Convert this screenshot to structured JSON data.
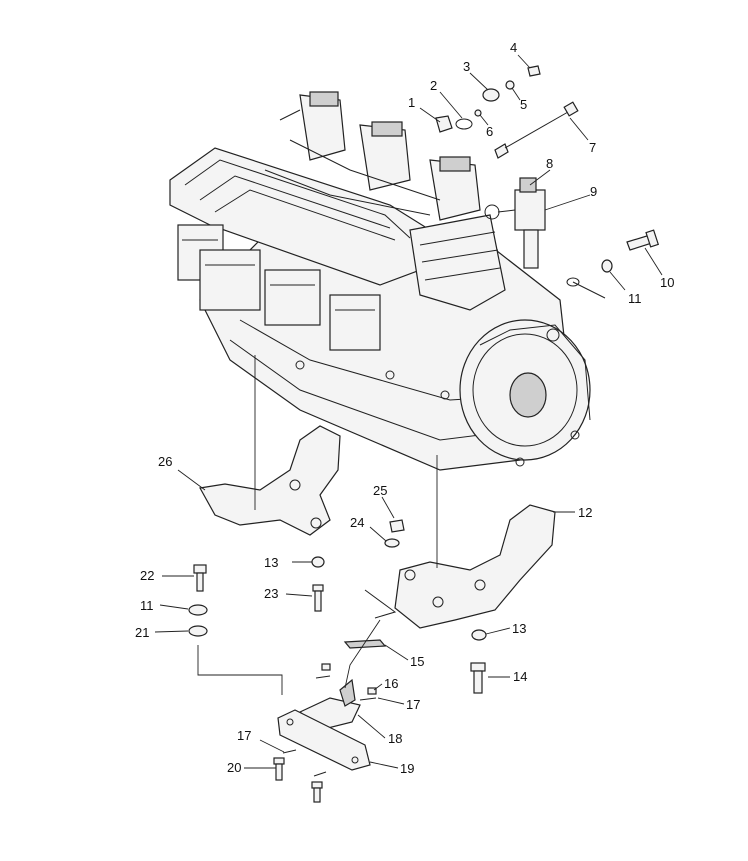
{
  "callouts": [
    {
      "id": "c1",
      "label": "1"
    },
    {
      "id": "c2",
      "label": "2"
    },
    {
      "id": "c3",
      "label": "3"
    },
    {
      "id": "c4",
      "label": "4"
    },
    {
      "id": "c5",
      "label": "5"
    },
    {
      "id": "c6",
      "label": "6"
    },
    {
      "id": "c7",
      "label": "7"
    },
    {
      "id": "c8",
      "label": "8"
    },
    {
      "id": "c9",
      "label": "9"
    },
    {
      "id": "c10",
      "label": "10"
    },
    {
      "id": "c11a",
      "label": "11"
    },
    {
      "id": "c12",
      "label": "12"
    },
    {
      "id": "c13a",
      "label": "13"
    },
    {
      "id": "c13b",
      "label": "13"
    },
    {
      "id": "c14",
      "label": "14"
    },
    {
      "id": "c15",
      "label": "15"
    },
    {
      "id": "c16",
      "label": "16"
    },
    {
      "id": "c17a",
      "label": "17"
    },
    {
      "id": "c17b",
      "label": "17"
    },
    {
      "id": "c18",
      "label": "18"
    },
    {
      "id": "c19",
      "label": "19"
    },
    {
      "id": "c20",
      "label": "20"
    },
    {
      "id": "c11b",
      "label": "11"
    },
    {
      "id": "c21",
      "label": "21"
    },
    {
      "id": "c22",
      "label": "22"
    },
    {
      "id": "c23",
      "label": "23"
    },
    {
      "id": "c24",
      "label": "24"
    },
    {
      "id": "c25",
      "label": "25"
    },
    {
      "id": "c26",
      "label": "26"
    }
  ]
}
